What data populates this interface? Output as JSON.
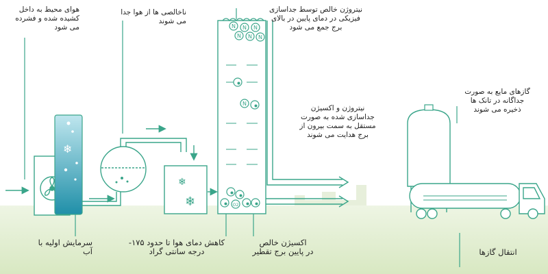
{
  "labels": {
    "ambient_air": "هوای محیط به داخل\nکشیده شده و فشرده\nمی شود",
    "impurities": "ناخالصی ها از هوا جدا\nمی شوند",
    "nitrogen_separation": "نیتروژن خالص توسط جداسازی\nفیزیکی در دمای پایین در بالای\nبرج جمع می شود",
    "separate_outlets": "نیتروژن و اکسیژن\nجداسازی شده به صورت\nمستقل به سمت بیرون از\nبرج هدایت می شوند",
    "tank_storage": "گازهای مایع به صورت\nجداگانه در تانک ها\nذخیره می شوند",
    "initial_cooling": "سرمایش اولیه با\nآب",
    "air_cooling": "کاهش دمای هوا تا حدود ۱۷۵-\nدرجه سانتی گراد",
    "pure_oxygen": "اکسیژن خالص\nدر پایین برج تقطیر",
    "gas_transport": "انتقال گازها"
  },
  "molecules": {
    "nitrogen": "N",
    "oxygen": "O2"
  },
  "colors": {
    "line": "#3aa58a",
    "ground": "#dbe9c6",
    "water": "#49b3c8",
    "text": "#222222"
  }
}
